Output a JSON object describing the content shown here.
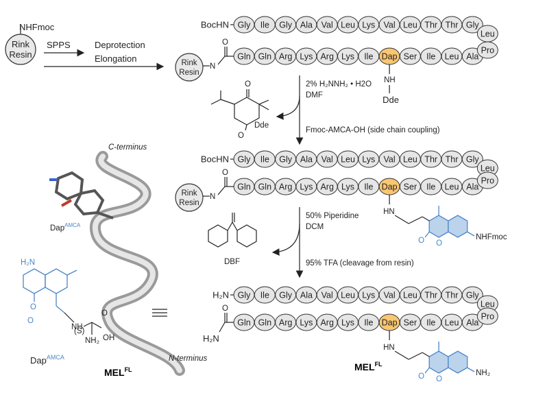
{
  "colors": {
    "residue": "#e6e6e6",
    "dap": "#f9c672",
    "amca": "#4a86c8",
    "amca_fill": "#bcd3ec"
  },
  "top": {
    "nhfmoc": "NHFmoc",
    "rink1": "Rink",
    "rink2": "Resin",
    "spps": "SPPS",
    "deprot": "Deprotection",
    "elong": "Elongation"
  },
  "chain_top": [
    "Gly",
    "Ile",
    "Gly",
    "Ala",
    "Val",
    "Leu",
    "Lys",
    "Val",
    "Leu",
    "Thr",
    "Thr",
    "Gly"
  ],
  "chain_bottom": [
    "Gln",
    "Gln",
    "Arg",
    "Lys",
    "Arg",
    "Lys",
    "Ile",
    "Dap",
    "Ser",
    "Ile",
    "Leu",
    "Ala"
  ],
  "turn": [
    "Leu",
    "Pro"
  ],
  "blocks": {
    "b1": {
      "nterm": "BocHN",
      "cterm_label": ""
    },
    "b2": {
      "nterm": "BocHN"
    },
    "b3": {
      "nterm": "H₂N",
      "amide": "H₂N"
    }
  },
  "side": {
    "nh": "NH",
    "dde": "Dde",
    "hn": "HN",
    "nhfmoc": "NHFmoc",
    "nh2": "NH₂",
    "o": "O"
  },
  "steps": {
    "s1a": "2% H₂NNH₂ • H2O",
    "s1b": "DMF",
    "s2": "Fmoc-AMCA-OH (side chain coupling)",
    "s3a": "50% Piperidine",
    "s3b": "DCM",
    "s4": "95% TFA (cleavage from resin)"
  },
  "byproducts": {
    "dde": "Dde",
    "dbf": "DBF",
    "o": "O"
  },
  "left": {
    "cterm": "C-terminus",
    "nterm": "N-terminus",
    "dap": "Dap",
    "amca": "AMCA",
    "mel": "MEL",
    "fl": "FL",
    "s": "(S)",
    "nh2": "NH₂",
    "oh": "OH",
    "h2n": "H₂N",
    "nh": "NH",
    "o": "O"
  }
}
